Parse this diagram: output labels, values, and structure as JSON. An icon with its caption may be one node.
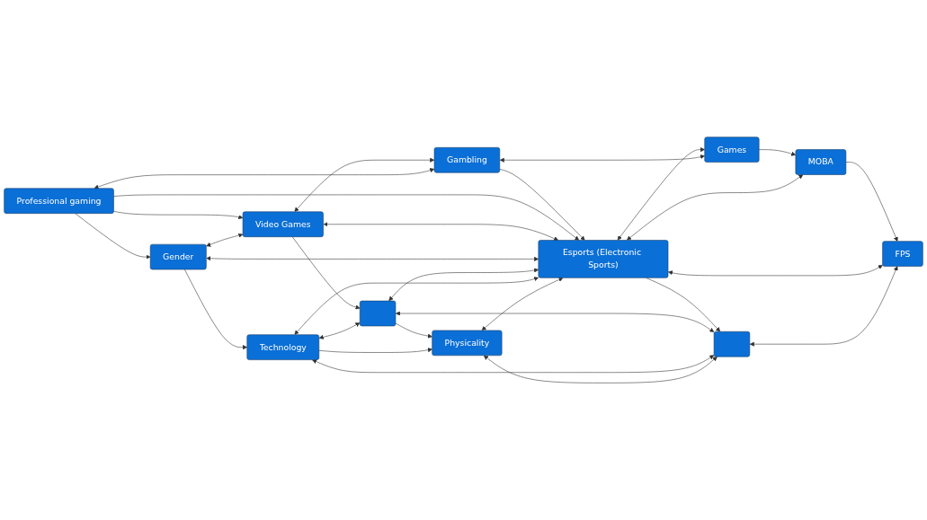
{
  "diagram": {
    "nodes": [
      {
        "text": [
          "MOBA"
        ]
      },
      {
        "text": [
          "FPS"
        ]
      },
      {
        "text": [
          "Games"
        ]
      },
      {
        "text": [],
        "shape": "box"
      },
      {
        "text": [
          "Esports (Electronic Sports)"
        ]
      },
      {
        "text": [
          "Gambling"
        ]
      },
      {
        "text": [],
        "shape": "box"
      },
      {
        "text": [
          "Physicality"
        ]
      },
      {
        "text": [
          "Video Games"
        ]
      },
      {
        "text": [
          "Professional gaming"
        ]
      },
      {
        "text": [
          "Technology"
        ]
      },
      {
        "text": [
          "Gender"
        ]
      }
    ],
    "edges": [
      {
        "from": 2,
        "to": 0,
        "arrow": "to"
      },
      {
        "from": 0,
        "to": 1,
        "arrow": "to"
      },
      {
        "from": 0,
        "to": 4,
        "arrow": "both"
      },
      {
        "from": 2,
        "to": 4,
        "arrow": "both"
      },
      {
        "from": 1,
        "to": 4,
        "arrow": "both"
      },
      {
        "from": 1,
        "to": 3,
        "arrow": "both"
      },
      {
        "from": 4,
        "to": 3,
        "arrow": "to"
      },
      {
        "from": 2,
        "to": 5,
        "arrow": "both"
      },
      {
        "from": 5,
        "to": 4,
        "arrow": "to"
      },
      {
        "from": 5,
        "to": 8,
        "arrow": "both"
      },
      {
        "from": 5,
        "to": 9,
        "arrow": "both"
      },
      {
        "from": 9,
        "to": 4,
        "arrow": "to"
      },
      {
        "from": 9,
        "to": 8,
        "arrow": "to"
      },
      {
        "from": 9,
        "to": 11,
        "arrow": "to"
      },
      {
        "from": 4,
        "to": 8,
        "arrow": "both"
      },
      {
        "from": 4,
        "to": 11,
        "arrow": "both"
      },
      {
        "from": 8,
        "to": 11,
        "arrow": "both"
      },
      {
        "from": 8,
        "to": 6,
        "arrow": "to"
      },
      {
        "from": 4,
        "to": 6,
        "arrow": "both"
      },
      {
        "from": 4,
        "to": 10,
        "arrow": "both"
      },
      {
        "from": 4,
        "to": 7,
        "arrow": "both"
      },
      {
        "from": 6,
        "to": 7,
        "arrow": "to"
      },
      {
        "from": 3,
        "to": 6,
        "arrow": "both"
      },
      {
        "from": 3,
        "to": 10,
        "arrow": "both"
      },
      {
        "from": 3,
        "to": 7,
        "arrow": "both"
      },
      {
        "from": 6,
        "to": 10,
        "arrow": "both"
      },
      {
        "from": 10,
        "to": 7,
        "arrow": "to"
      },
      {
        "from": 11,
        "to": 10,
        "arrow": "to"
      }
    ]
  }
}
